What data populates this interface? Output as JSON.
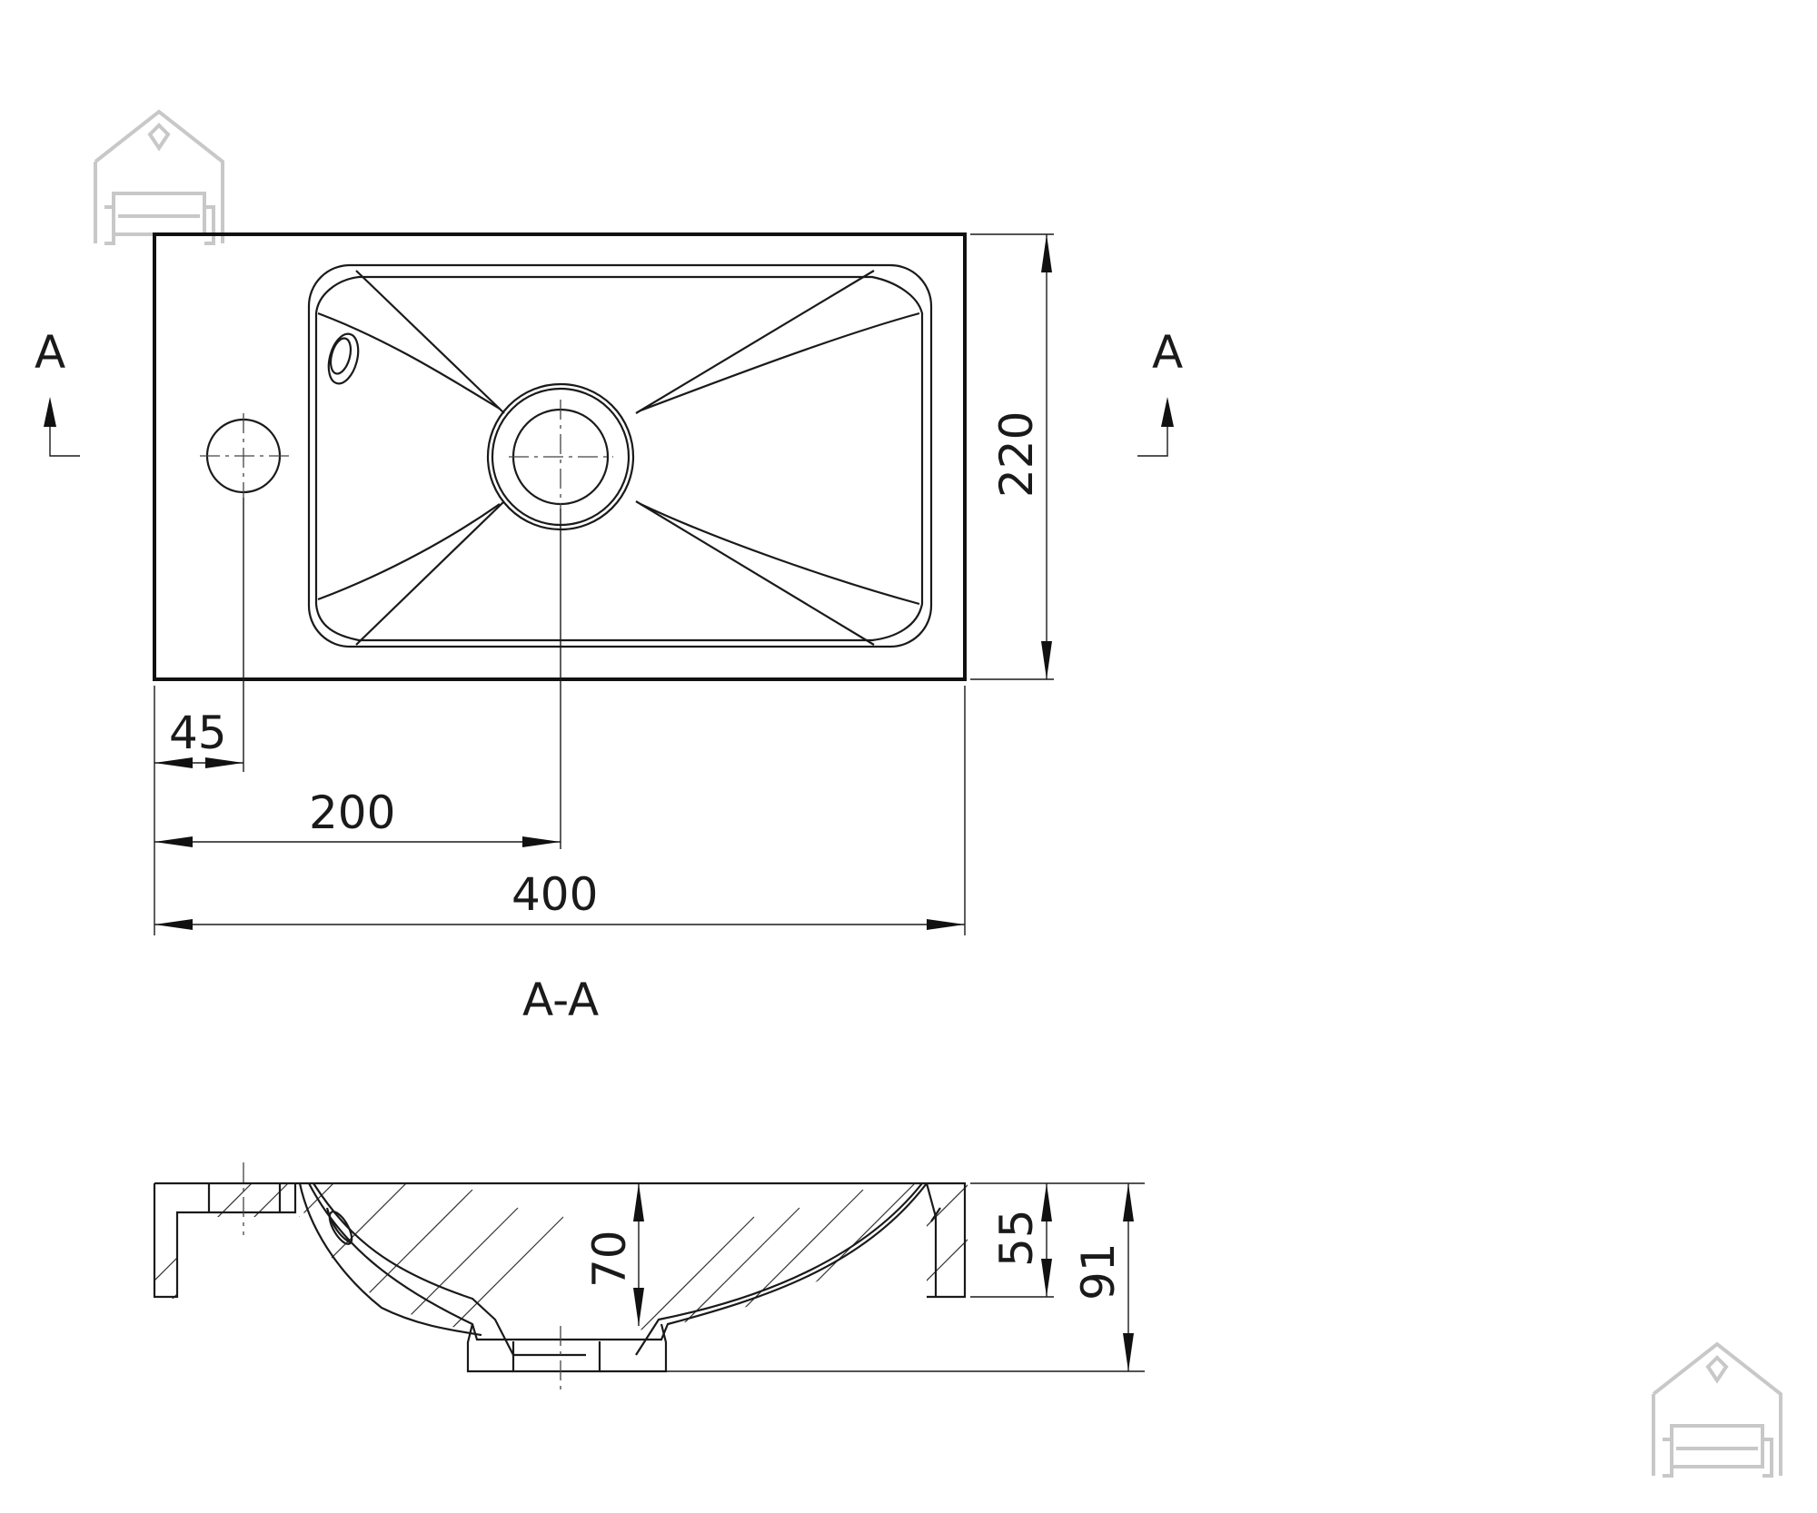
{
  "labels": {
    "section_left": "A",
    "section_right": "A",
    "section_title": "A-A"
  },
  "dimensions": {
    "tap_offset": "45",
    "drain_offset": "200",
    "overall_width": "400",
    "overall_depth": "220",
    "bowl_depth": "70",
    "rim_height": "55",
    "total_height": "91"
  },
  "icons": {
    "watermark": "house-sofa-logo-icon"
  },
  "colors": {
    "line": "#1a1a1a",
    "watermark": "#c8c8c8",
    "background": "#ffffff"
  }
}
